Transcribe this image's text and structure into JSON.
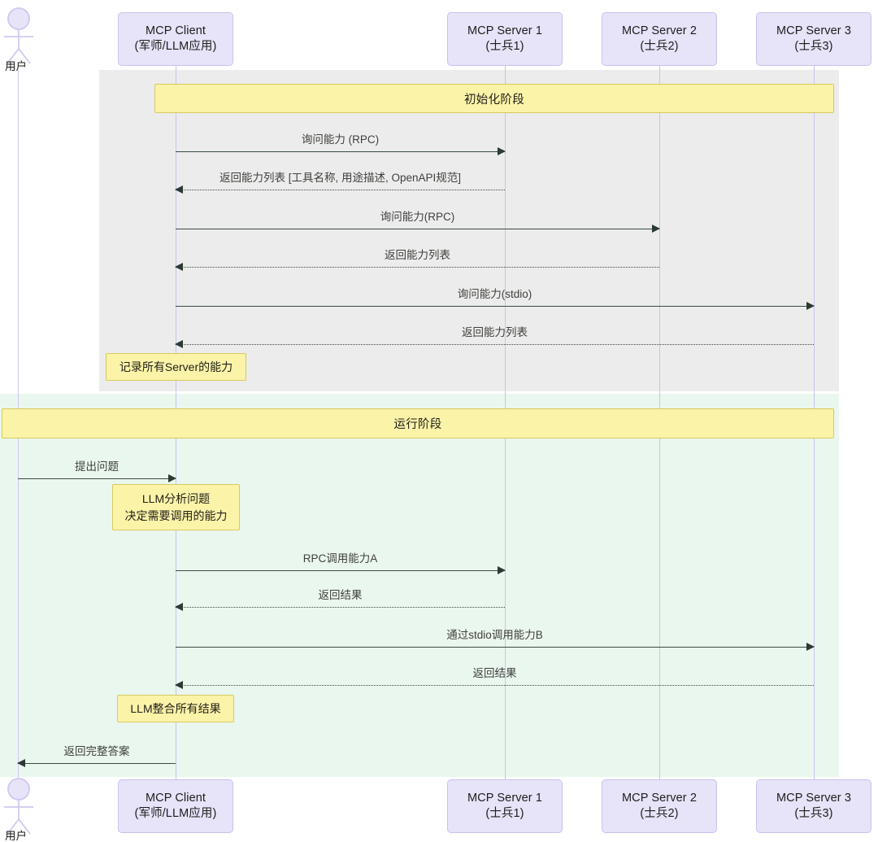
{
  "diagram": {
    "type": "sequence-diagram",
    "title": "MCP Client / Server interaction sequence"
  },
  "actors": {
    "top": {
      "label": "用户"
    },
    "bottom": {
      "label": "用户"
    }
  },
  "participants": [
    {
      "id": "client",
      "name": "MCP Client",
      "sub": "(军师/LLM应用)"
    },
    {
      "id": "server1",
      "name": "MCP Server 1",
      "sub": "(士兵1)"
    },
    {
      "id": "server2",
      "name": "MCP Server 2",
      "sub": "(士兵2)"
    },
    {
      "id": "server3",
      "name": "MCP Server 3",
      "sub": "(士兵3)"
    }
  ],
  "phases": [
    {
      "id": "init",
      "label": "初始化阶段",
      "background": "#ececec"
    },
    {
      "id": "run",
      "label": "运行阶段",
      "background": "#eaf7ee"
    }
  ],
  "messages": [
    {
      "id": "m1",
      "from": "client",
      "to": "server1",
      "label": "询问能力 (RPC)",
      "style": "solid",
      "direction": "right"
    },
    {
      "id": "m2",
      "from": "server1",
      "to": "client",
      "label": "返回能力列表 [工具名称, 用途描述, OpenAPI规范]",
      "style": "dashed",
      "direction": "left"
    },
    {
      "id": "m3",
      "from": "client",
      "to": "server2",
      "label": "询问能力(RPC)",
      "style": "solid",
      "direction": "right"
    },
    {
      "id": "m4",
      "from": "server2",
      "to": "client",
      "label": "返回能力列表",
      "style": "dashed",
      "direction": "left"
    },
    {
      "id": "m5",
      "from": "client",
      "to": "server3",
      "label": "询问能力(stdio)",
      "style": "solid",
      "direction": "right"
    },
    {
      "id": "m6",
      "from": "server3",
      "to": "client",
      "label": "返回能力列表",
      "style": "dashed",
      "direction": "left"
    },
    {
      "id": "m7",
      "from": "user",
      "to": "client",
      "label": "提出问题",
      "style": "solid",
      "direction": "right"
    },
    {
      "id": "m8",
      "from": "client",
      "to": "server1",
      "label": "RPC调用能力A",
      "style": "solid",
      "direction": "right"
    },
    {
      "id": "m9",
      "from": "server1",
      "to": "client",
      "label": "返回结果",
      "style": "dashed",
      "direction": "left"
    },
    {
      "id": "m10",
      "from": "client",
      "to": "server3",
      "label": "通过stdio调用能力B",
      "style": "solid",
      "direction": "right"
    },
    {
      "id": "m11",
      "from": "server3",
      "to": "client",
      "label": "返回结果",
      "style": "dashed",
      "direction": "left"
    },
    {
      "id": "m12",
      "from": "client",
      "to": "user",
      "label": "返回完整答案",
      "style": "solid",
      "direction": "left"
    }
  ],
  "notes": [
    {
      "id": "n1",
      "over": "client",
      "lines": [
        "记录所有Server的能力"
      ]
    },
    {
      "id": "n2",
      "over": "client",
      "lines": [
        "LLM分析问题",
        "决定需要调用的能力"
      ]
    },
    {
      "id": "n3",
      "over": "client",
      "lines": [
        "LLM整合所有结果"
      ]
    }
  ],
  "colors": {
    "participant_fill": "#e7e3f8",
    "participant_border": "#c9c2ef",
    "note_fill": "#fbf3a8",
    "note_border": "#d8ca5f",
    "arrow": "#3b4a42",
    "init_band": "#ececec",
    "run_band": "#eaf7ee"
  }
}
